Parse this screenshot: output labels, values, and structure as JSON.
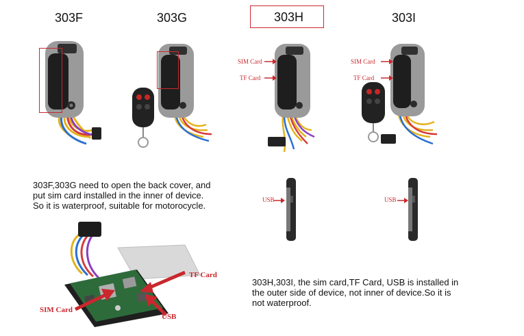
{
  "models": {
    "f": "303F",
    "g": "303G",
    "h": "303H",
    "i": "303I"
  },
  "callouts": {
    "h_sim": "SIM Card",
    "h_tf": "TF Card",
    "i_sim": "SIM Card",
    "i_tf": "TF Card",
    "h_usb": "USB",
    "i_usb": "USB",
    "board_tf": "TF Card",
    "board_sim": "SIM Card",
    "board_usb": "USB"
  },
  "text": {
    "left_paragraph": "303F,303G need to open the back cover, and\nput sim card installed in the inner of device.\nSo it is waterproof, suitable for motorocycle.",
    "right_paragraph": "303H,303I, the sim card,TF Card, USB is installed in\n the outer side of device, not inner of device.So it is\nnot waterproof."
  },
  "colors": {
    "accent_red": "#c8282e"
  }
}
